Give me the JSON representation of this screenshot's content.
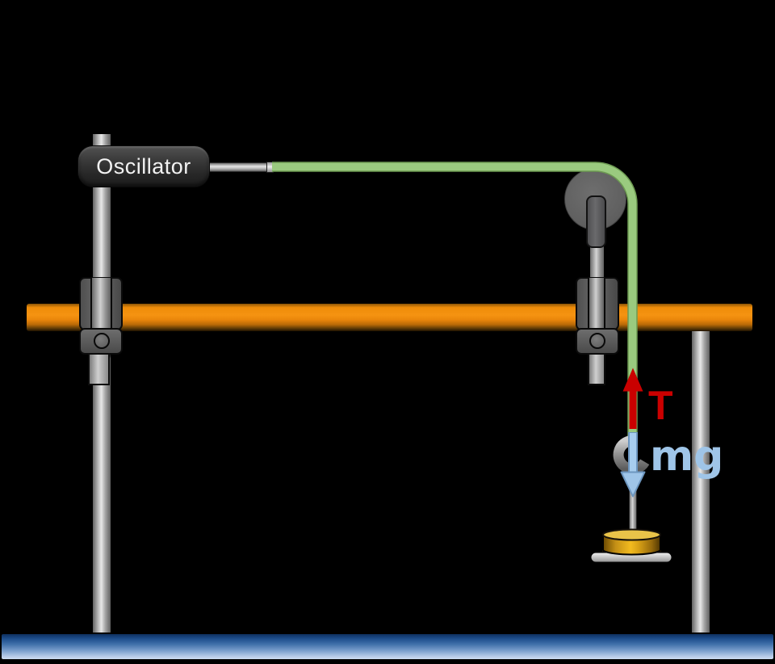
{
  "labels": {
    "oscillator": "Oscillator",
    "tension": "T",
    "weight": "mg"
  },
  "colors": {
    "background": "#000000",
    "string": "#93c47d",
    "tension_arrow": "#cc0000",
    "weight_arrow": "#9fc5e8",
    "support_bar": "#ef8d0a",
    "mass_body": "#eab31c",
    "mass_plate": "#c9c9c9",
    "table": "#1c4a87",
    "hardware_gray": "#5c5c5c"
  },
  "parts": [
    "oscillator-box",
    "drive-rod",
    "string",
    "pulley",
    "rod-clamps",
    "tension-arrow",
    "weight-arrow",
    "mass-hanger",
    "slotted-mass",
    "support-rods",
    "table-surface"
  ]
}
